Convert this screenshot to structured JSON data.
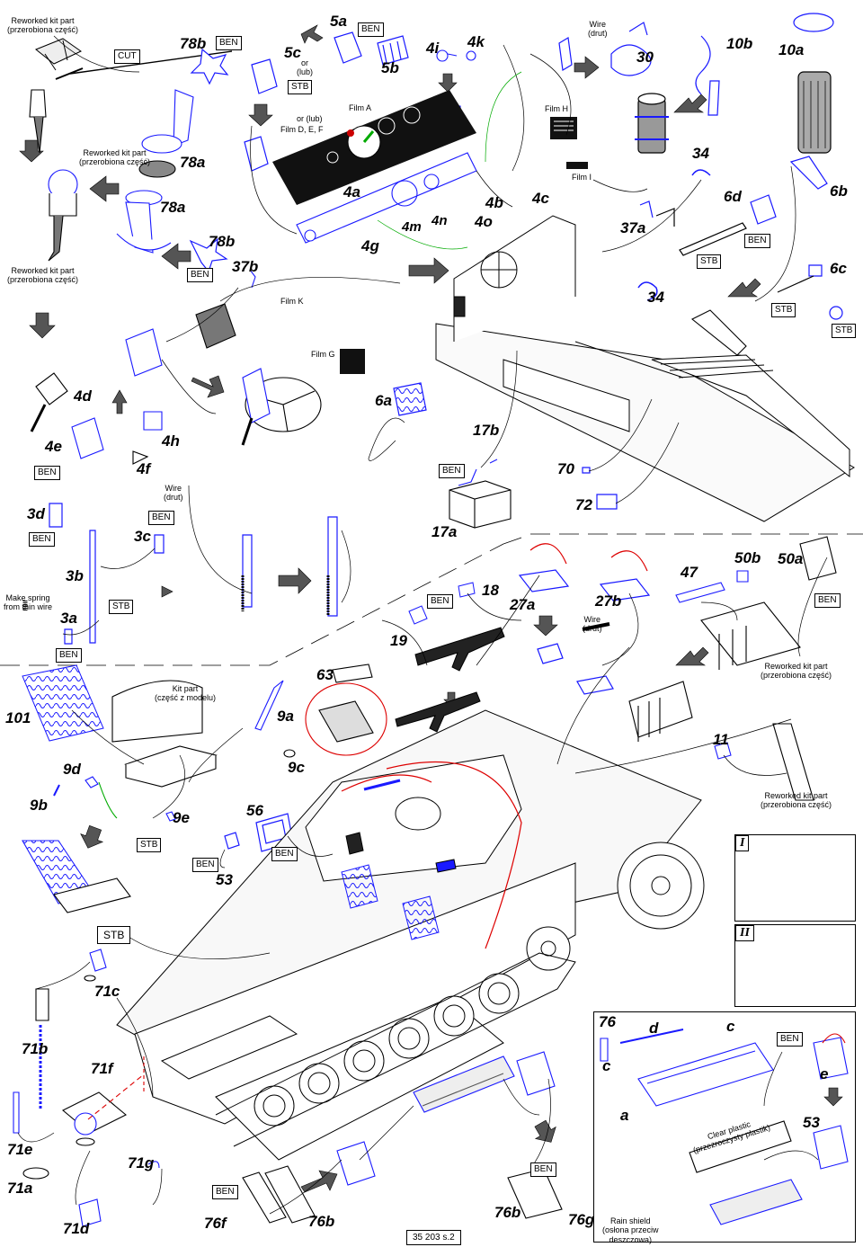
{
  "notes": {
    "reworked": "Reworked kit part\n(przerobiona część)",
    "wire": "Wire\n(drut)",
    "kit_part": "Kit part\n(część z modelu)",
    "spring": "Make spring\nfrom thin wire",
    "or_lub": "or\n(lub)",
    "film_a": "Film A",
    "film_def_prefix": "or (lub)",
    "film_def": "Film D, E, F",
    "film_h": "Film H",
    "film_i": "Film I",
    "film_k": "Film K",
    "film_g": "Film G",
    "clear_plastic": "Clear plastic\n(przezroczysty plastik)",
    "rain_shield": "Rain shield\n(osłona przeciw\ndeszczowa)"
  },
  "badges": {
    "cut": "CUT",
    "ben": "BEN",
    "stb": "STB"
  },
  "page_number": "35 203 s.2",
  "insets": {
    "i": "I",
    "ii": "II"
  },
  "labels": {
    "78b": "78b",
    "5c": "5c",
    "5a": "5a",
    "5b": "5b",
    "4i": "4i",
    "4k": "4k",
    "30": "30",
    "10b": "10b",
    "10a": "10a",
    "78a": "78a",
    "37b": "37b",
    "4a": "4a",
    "4m": "4m",
    "4n": "4n",
    "4o": "4o",
    "4b": "4b",
    "4c": "4c",
    "4g": "4g",
    "34": "34",
    "6d": "6d",
    "6b": "6b",
    "37a": "37a",
    "6c": "6c",
    "4d": "4d",
    "4e": "4e",
    "4h": "4h",
    "4f": "4f",
    "6a": "6a",
    "17b": "17b",
    "70": "70",
    "72": "72",
    "17a": "17a",
    "3d": "3d",
    "3c": "3c",
    "3b": "3b",
    "3a": "3a",
    "18": "18",
    "19": "19",
    "27a": "27a",
    "27b": "27b",
    "47": "47",
    "50b": "50b",
    "50a": "50a",
    "101": "101",
    "63": "63",
    "9a": "9a",
    "9c": "9c",
    "9d": "9d",
    "9b": "9b",
    "9e": "9e",
    "56": "56",
    "53": "53",
    "11": "11",
    "71c": "71c",
    "71b": "71b",
    "71f": "71f",
    "71e": "71e",
    "71a": "71a",
    "71g": "71g",
    "71d": "71d",
    "76f": "76f",
    "76b": "76b",
    "76g": "76g",
    "76": "76",
    "d": "d",
    "c": "c",
    "a": "a",
    "e": "e"
  }
}
